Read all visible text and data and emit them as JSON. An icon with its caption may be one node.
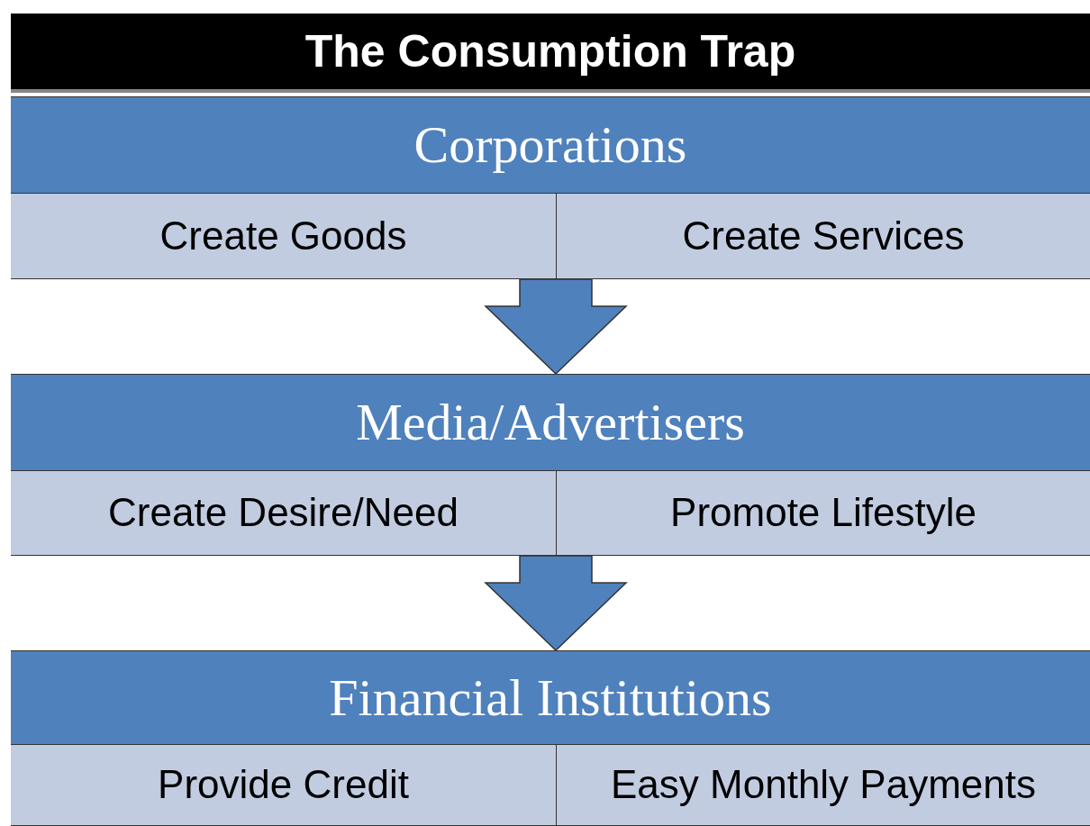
{
  "diagram": {
    "title": "The Consumption Trap",
    "nodes": [
      {
        "text": [
          "Corporations"
        ]
      },
      {
        "text": [
          "Create Goods"
        ],
        "in": 0
      },
      {
        "text": [
          "Create Services"
        ],
        "in": 0
      },
      {
        "text": [
          "Media/Advertisers"
        ]
      },
      {
        "text": [
          "Create Desire/Need"
        ],
        "in": 3
      },
      {
        "text": [
          "Promote Lifestyle"
        ],
        "in": 3
      },
      {
        "text": [
          "Financial Institutions"
        ]
      },
      {
        "text": [
          "Provide Credit"
        ],
        "in": 6
      },
      {
        "text": [
          "Easy Monthly Payments"
        ],
        "in": 6
      }
    ],
    "edges": [
      {
        "from": 0,
        "to": 3,
        "arrow": "to",
        "style": "thick"
      },
      {
        "from": 3,
        "to": 6,
        "arrow": "to",
        "style": "thick"
      }
    ]
  }
}
